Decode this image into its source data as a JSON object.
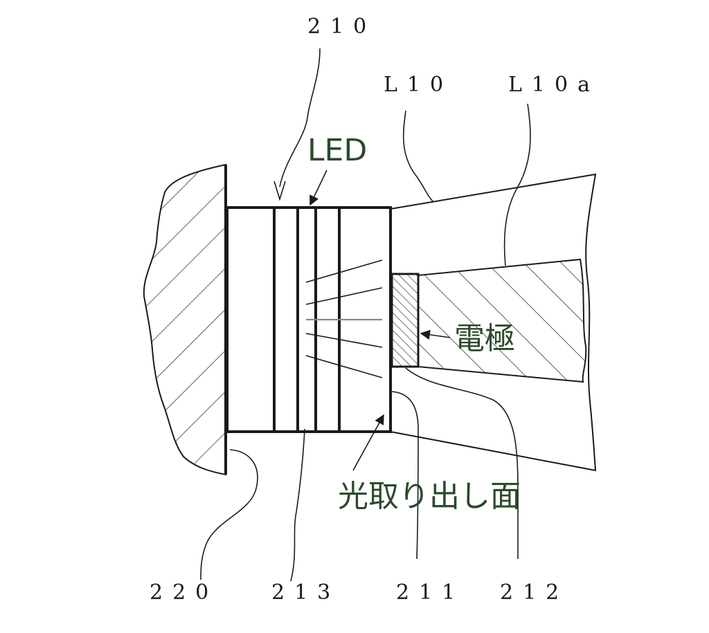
{
  "labels": {
    "led_210": "210",
    "l10": "L10",
    "l10a": "L10a",
    "led": "LED",
    "electrode": "電極",
    "extraction_surface": "光取り出し面",
    "ref_220": "220",
    "ref_213": "213",
    "ref_211": "211",
    "ref_212": "212"
  },
  "colors": {
    "line": "#1a1a1a",
    "annotation_text": "#2b4a2b",
    "background": "#ffffff"
  }
}
